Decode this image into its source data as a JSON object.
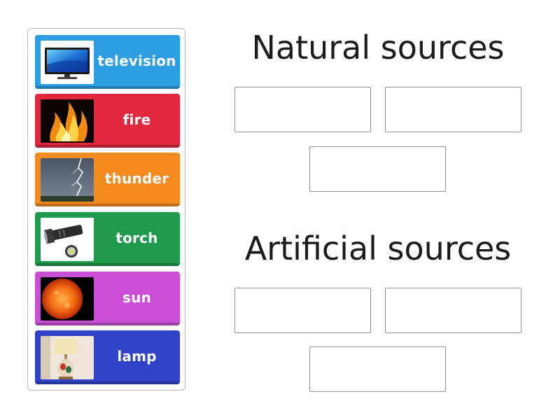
{
  "tray": {
    "cards": [
      {
        "label": "television",
        "color": "#2e9de3",
        "thumb": "television-image"
      },
      {
        "label": "fire",
        "color": "#e2283f",
        "thumb": "fire-image"
      },
      {
        "label": "thunder",
        "color": "#f58a1f",
        "thumb": "lightning-image"
      },
      {
        "label": "torch",
        "color": "#1f9a4a",
        "thumb": "flashlight-image"
      },
      {
        "label": "sun",
        "color": "#c94fd6",
        "thumb": "sun-image"
      },
      {
        "label": "lamp",
        "color": "#2f43c9",
        "thumb": "lamp-image"
      }
    ]
  },
  "groups": {
    "natural": {
      "title": "Natural sources",
      "slot_count": 3
    },
    "artificial": {
      "title": "Artificial sources",
      "slot_count": 3
    }
  }
}
